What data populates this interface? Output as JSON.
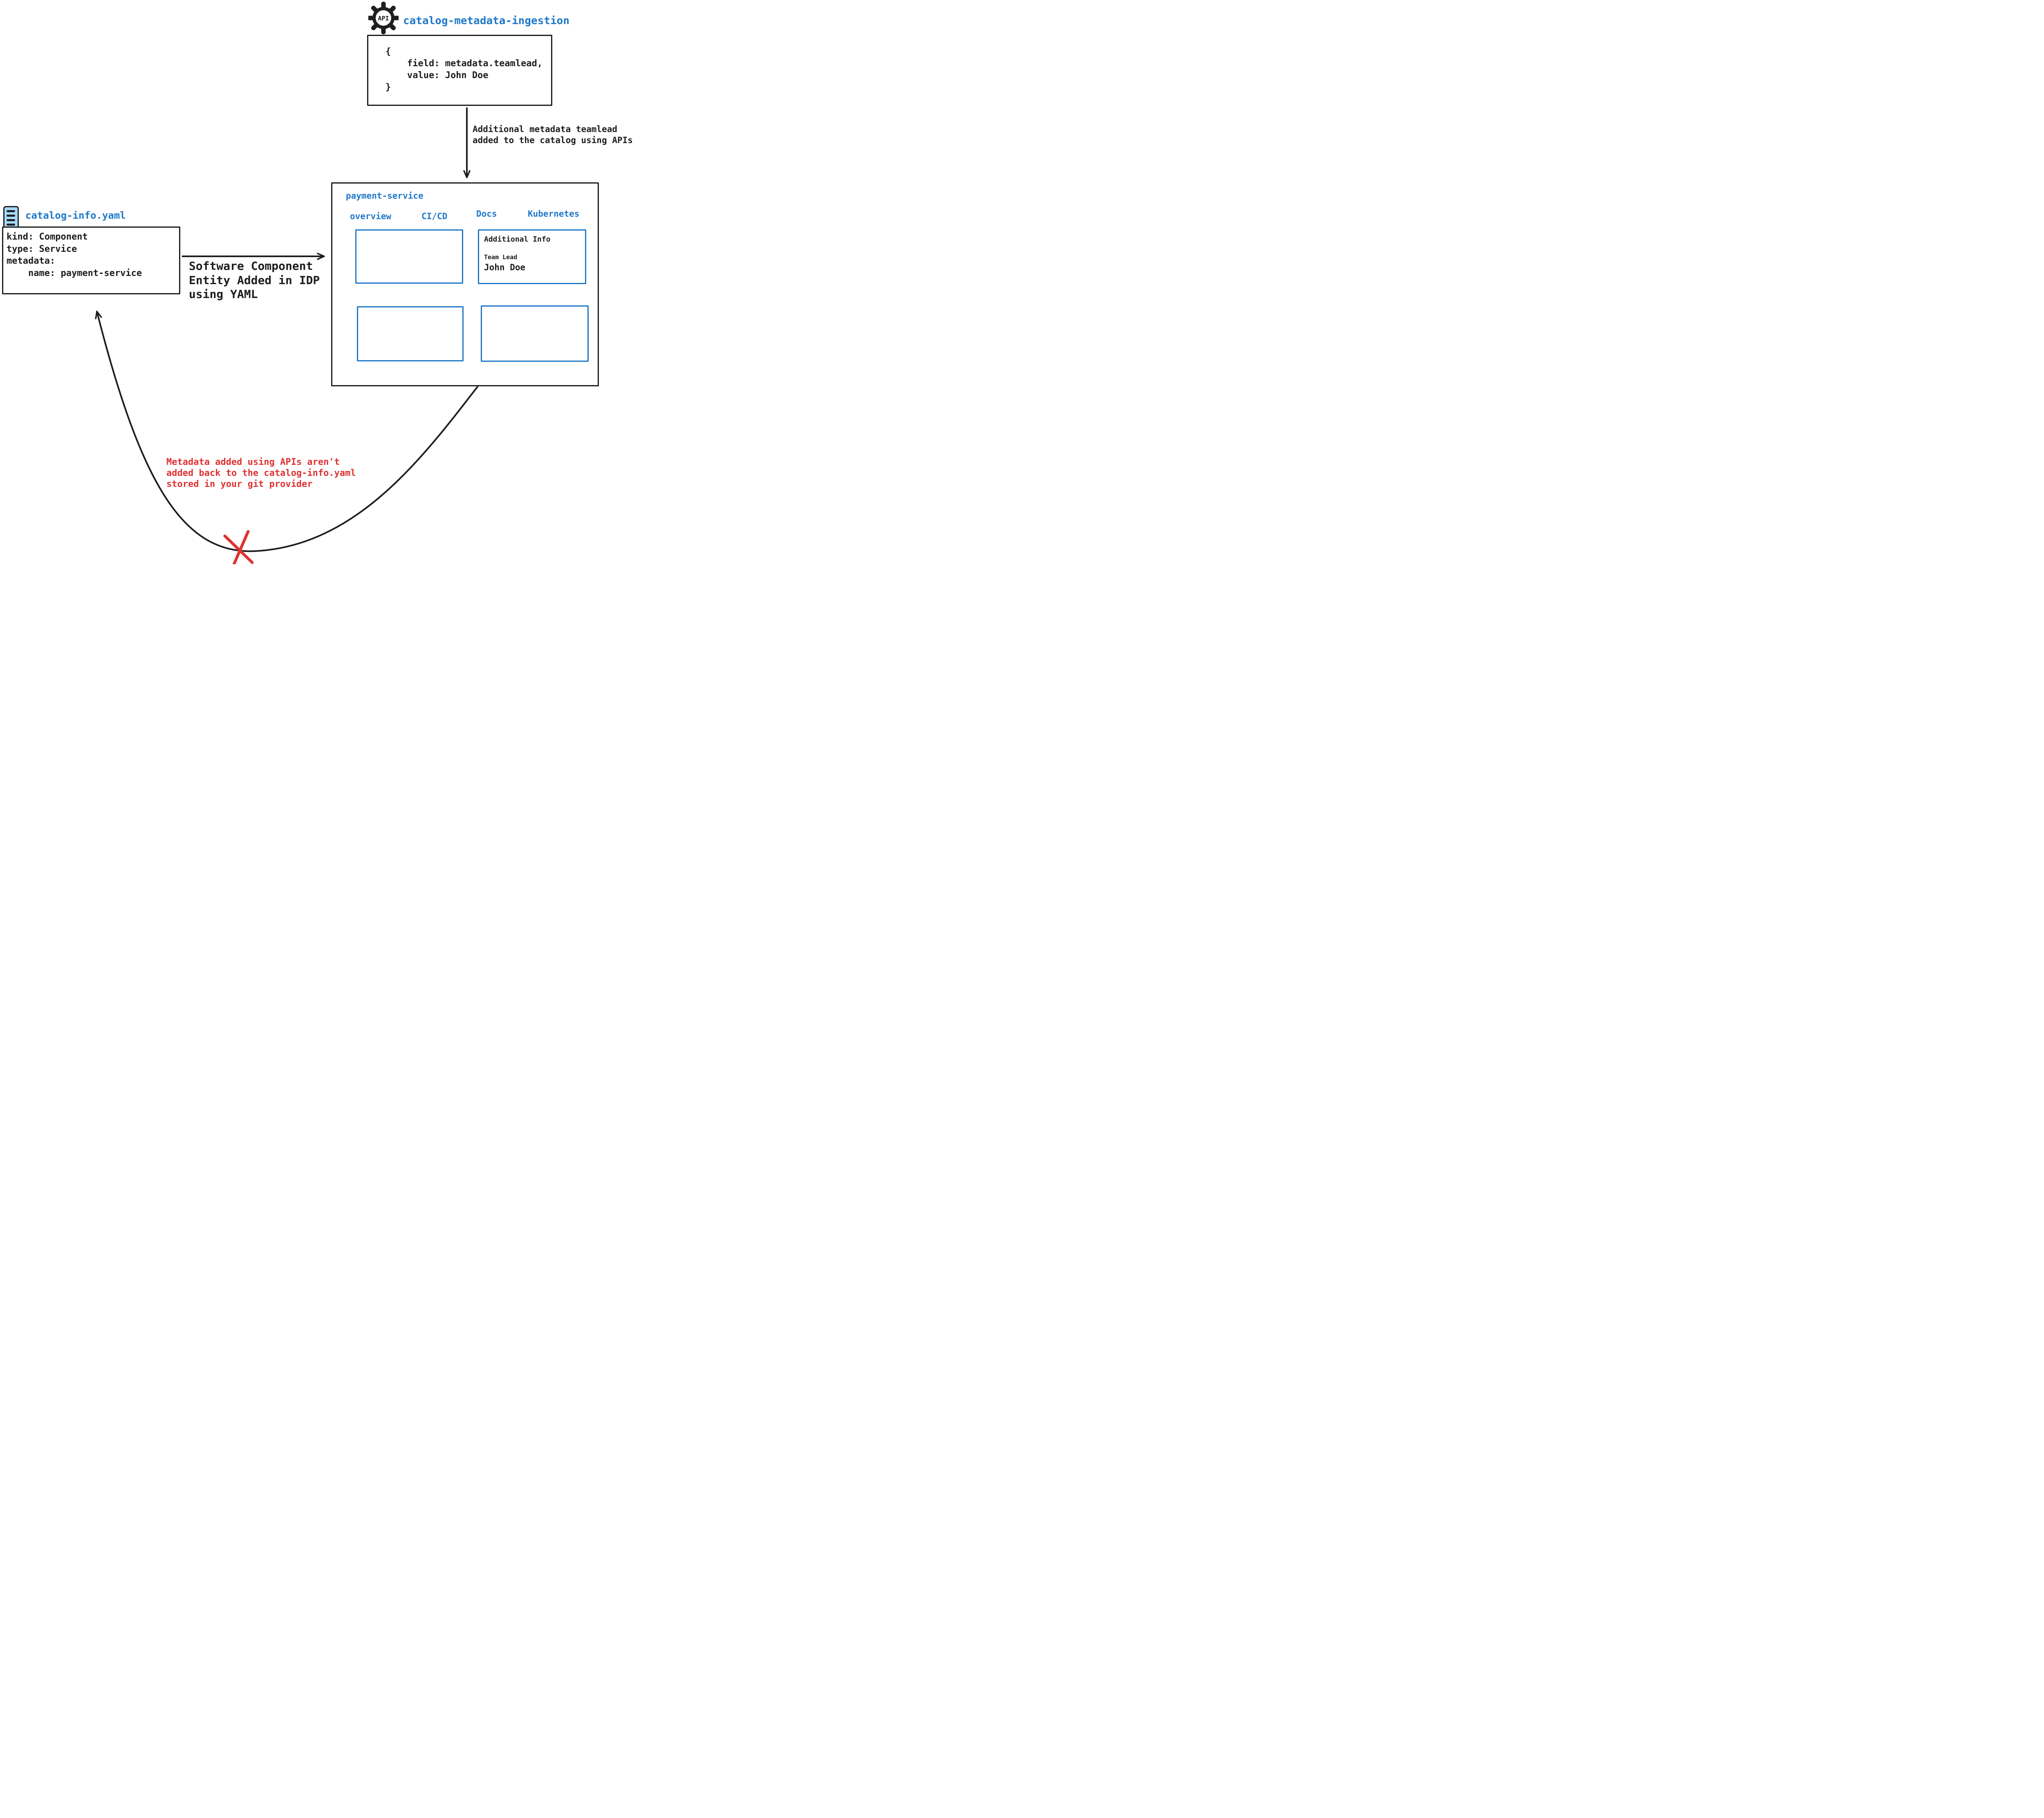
{
  "colors": {
    "blue": "#1f78c8",
    "black": "#1e1e1e",
    "red": "#e03131",
    "icon_fill": "#a5d8ff"
  },
  "api_service": {
    "icon_label": "API",
    "title": "catalog-metadata-ingestion",
    "code": "{\n    field: metadata.teamlead,\n    value: John Doe\n}"
  },
  "ingest_arrow": {
    "label": "Additional metadata teamlead\nadded to the catalog using APIs"
  },
  "payment_service": {
    "title": "payment-service",
    "tabs": [
      {
        "label": "overview"
      },
      {
        "label": "CI/CD"
      },
      {
        "label": "Docs"
      },
      {
        "label": "Kubernetes"
      }
    ],
    "additional_info": {
      "heading": "Additional Info",
      "field_label": "Team Lead",
      "field_value": "John Doe"
    }
  },
  "catalog_file": {
    "title": "catalog-info.yaml",
    "code": "kind: Component\ntype: Service\nmetadata:\n    name: payment-service"
  },
  "yaml_arrow": {
    "label": "Software Component\nEntity Added in IDP\nusing YAML"
  },
  "feedback_note": {
    "label": "Metadata added using APIs aren't\nadded back to the catalog-info.yaml\nstored in your git provider"
  }
}
